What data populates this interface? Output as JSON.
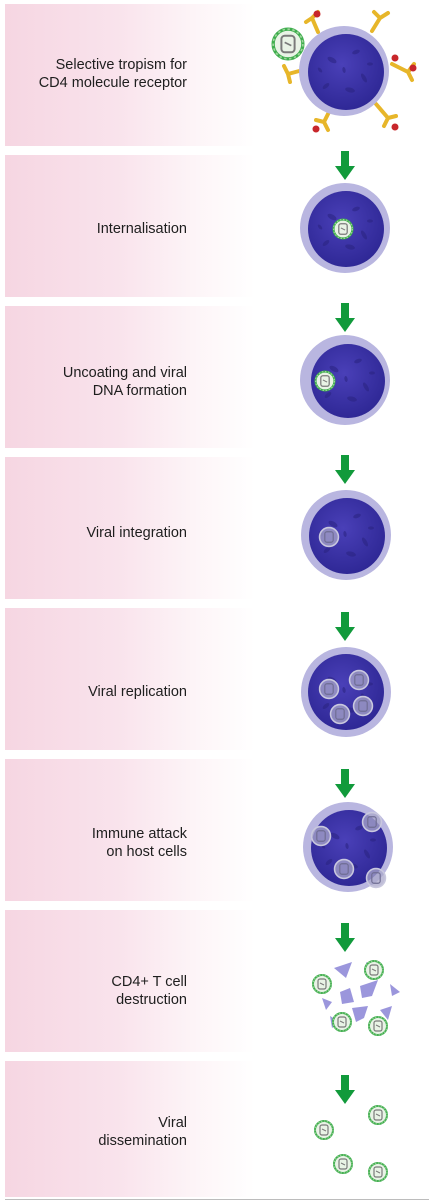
{
  "steps": [
    {
      "label": "Selective tropism for\nCD4 molecule receptor"
    },
    {
      "label": "Internalisation"
    },
    {
      "label": "Uncoating and viral\nDNA formation"
    },
    {
      "label": "Viral integration"
    },
    {
      "label": "Viral replication"
    },
    {
      "label": "Immune attack\non host cells"
    },
    {
      "label": "CD4+ T cell\ndestruction"
    },
    {
      "label": "Viral\ndissemination"
    }
  ],
  "colors": {
    "panel": "#f6d6e2",
    "cell_membrane": "#b9b6e0",
    "cell_nucleus": "#3b33a6",
    "arrow": "#119a3b",
    "receptor": "#e7b62a",
    "receptor_tip": "#c8262b",
    "virus_ring": "#3fae4e"
  }
}
